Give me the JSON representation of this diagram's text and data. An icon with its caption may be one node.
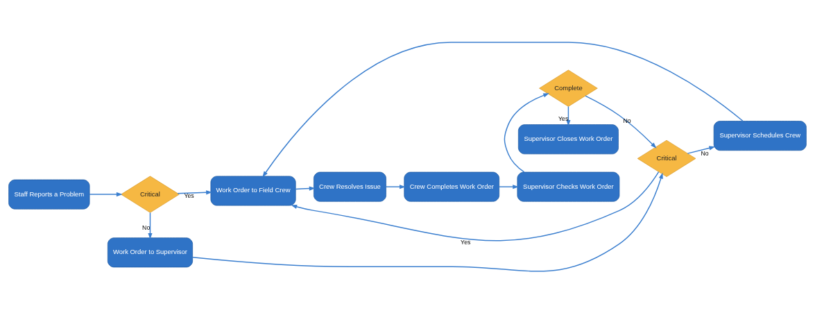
{
  "diagram": {
    "nodes": [
      {
        "text": [
          "Staff Reports a Problem"
        ]
      },
      {
        "text": [
          "Critical"
        ]
      },
      {
        "text": [
          "Work Order to Field Crew"
        ]
      },
      {
        "text": [
          "Crew Resolves Issue"
        ]
      },
      {
        "text": [
          "Crew Completes Work Order"
        ]
      },
      {
        "text": [
          "Supervisor Checks Work Order"
        ]
      },
      {
        "text": [
          "Work Order to Supervisor"
        ]
      },
      {
        "text": [
          "Critical"
        ]
      },
      {
        "text": [
          "Supervisor Schedules Crew"
        ]
      },
      {
        "text": [
          "Complete"
        ]
      },
      {
        "text": [
          "Supervisor Closes Work Order"
        ]
      }
    ],
    "edges": [
      {
        "from": 0,
        "to": 1,
        "arrow": "to"
      },
      {
        "from": 1,
        "to": 2,
        "arrow": "to",
        "label": "Yes"
      },
      {
        "from": 1,
        "to": 6,
        "arrow": "to",
        "label": "No"
      },
      {
        "from": 6,
        "to": 7,
        "arrow": "to"
      },
      {
        "from": 7,
        "to": 2,
        "arrow": "to",
        "label": "Yes"
      },
      {
        "from": 7,
        "to": 8,
        "arrow": "to",
        "label": "No"
      },
      {
        "from": 8,
        "to": 2,
        "arrow": "to"
      },
      {
        "from": 2,
        "to": 3,
        "arrow": "to"
      },
      {
        "from": 3,
        "to": 4,
        "arrow": "to"
      },
      {
        "from": 4,
        "to": 5,
        "arrow": "to"
      },
      {
        "from": 5,
        "to": 9,
        "arrow": "to"
      },
      {
        "from": 9,
        "to": 7,
        "arrow": "to",
        "label": "No"
      },
      {
        "from": 9,
        "to": 10,
        "arrow": "to",
        "label": "Yes"
      }
    ]
  }
}
